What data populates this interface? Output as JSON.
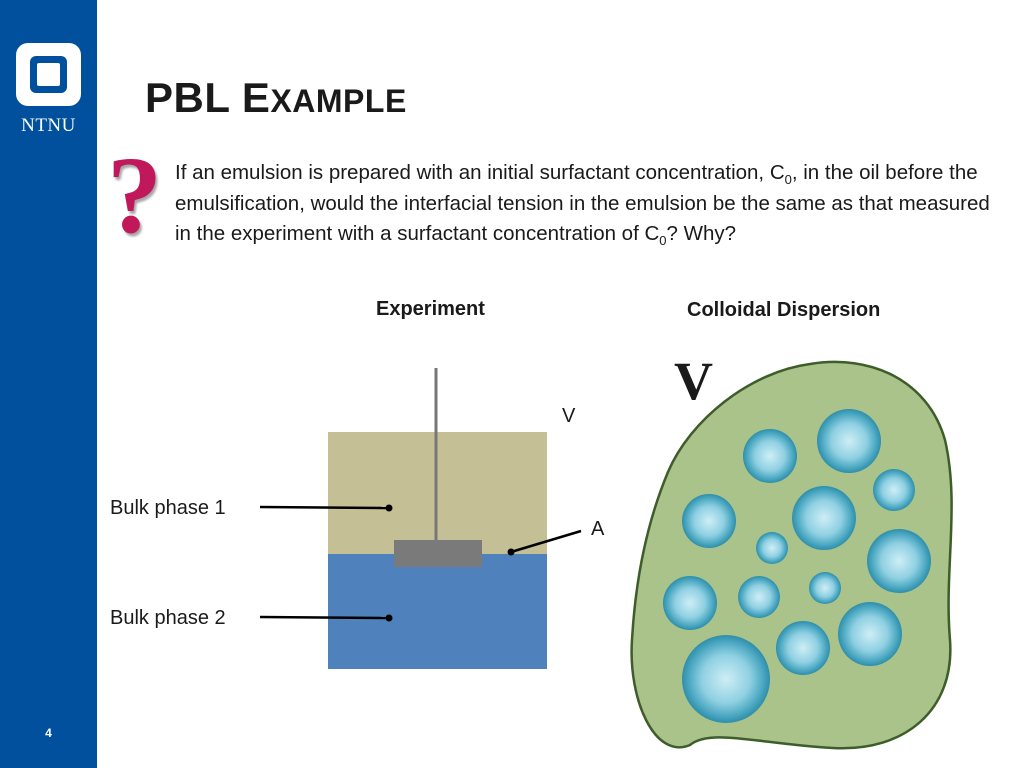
{
  "sidebar": {
    "logo_text": "NTNU",
    "page_number": "4"
  },
  "title": {
    "main": "PBL E",
    "smallcaps": "XAMPLE"
  },
  "question": {
    "part1": "If an emulsion is prepared with an initial surfactant concentration, C",
    "sub1": "0",
    "part2": ", in the oil before the emulsification, would the interfacial tension in the emulsion be the same as that measured in the experiment with a surfactant concentration of C",
    "sub2": "0",
    "part3": "? Why?"
  },
  "experiment": {
    "heading": "Experiment",
    "label_v": "V",
    "label_a": "A",
    "bulk1": "Bulk phase 1",
    "bulk2": "Bulk phase 2"
  },
  "dispersion": {
    "heading": "Colloidal Dispersion",
    "label_v": "V"
  },
  "colors": {
    "sidebar": "#00509e",
    "phase1": "#c4bf94",
    "phase2": "#4f81bd",
    "plate": "#7a7a7a",
    "blob": "#a9c38a",
    "blob_stroke": "#3e5d2b",
    "droplet": "#5db8cf",
    "question_mark": "#c0185a"
  }
}
